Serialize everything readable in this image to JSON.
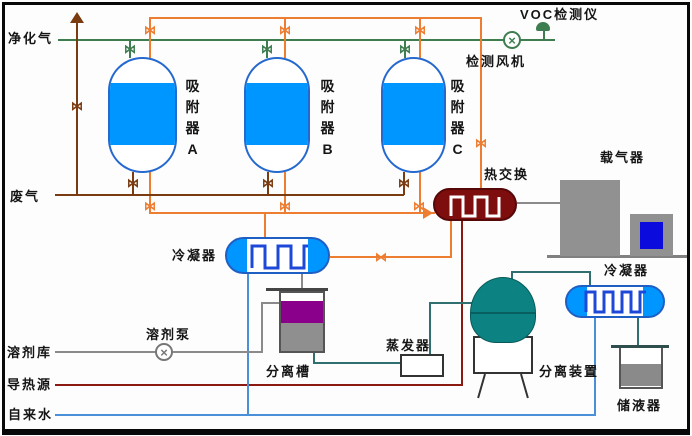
{
  "left_labels": {
    "purified_gas": "净化气",
    "waste_gas": "废气",
    "solvent_store": "溶剂库",
    "heat_source": "导热源",
    "tap_water": "自来水"
  },
  "top_right": {
    "voc_detector": "VOC检测仪",
    "detect_fan": "检测风机"
  },
  "equipment": {
    "adsorber_a": "吸附器A",
    "adsorber_b": "吸附器B",
    "adsorber_c": "吸附器C",
    "condenser_main": "冷凝器",
    "heat_exchanger": "热交换",
    "carrier_gas": "载气器",
    "solvent_pump": "溶剂泵",
    "separator_tank": "分离槽",
    "evaporator": "蒸发器",
    "separator_unit": "分离装置",
    "condenser_right": "冷凝器",
    "receiver": "储液器"
  },
  "icons": {
    "valve": "⋈",
    "pump_cross": "×"
  },
  "colors": {
    "purified_gas_line": "#3e7d4f",
    "waste_gas_line": "#7a3b10",
    "regeneration_line": "#ED7D31",
    "heat_source_line": "#8b1a12",
    "tap_water_line": "#4a90d9",
    "solvent_line": "#8a8a8a",
    "process_line": "#2f6f6f",
    "vessel_fill": "#0096FF",
    "heat_exchanger_fill": "#7e0e0e",
    "separator_purple": "#8b008b",
    "separator_unit_fill": "#0d8282",
    "carrier_blue": "#0b0bdd",
    "box_gray": "#919191"
  }
}
